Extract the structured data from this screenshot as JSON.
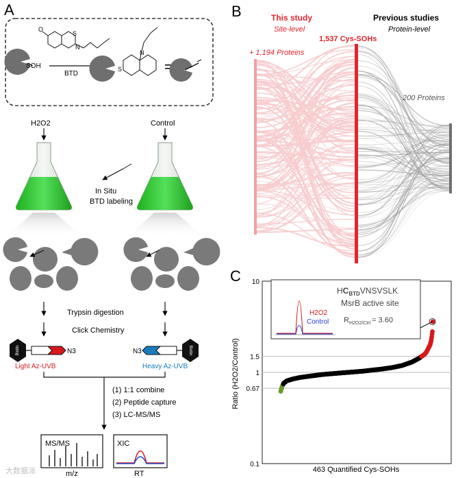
{
  "panels": {
    "a": "A",
    "b": "B",
    "c": "C"
  },
  "panel_a": {
    "reagent_sulfenic": "SOH",
    "reagent_name": "BTD",
    "ring_s": "S",
    "ring_o": "O",
    "ring_n": "N",
    "left_label": "H2O2",
    "right_label": "Control",
    "insitu_line1": "In Situ",
    "insitu_line2": "BTD labeling",
    "step_trypsin": "Trypsin digestion",
    "step_click": "Click Chemistry",
    "biotin": "Biotin",
    "azide": "N3",
    "light_label": "Light Az-UVB",
    "heavy_label": "Heavy Az-UVB",
    "steps": [
      "(1) 1:1 combine",
      "(2) Peptide capture",
      "(3) LC-MS/MS"
    ],
    "msms_title": "MS/MS",
    "msms_xlabel": "m/z",
    "xic_title": "XIC",
    "xic_xlabel": "RT",
    "watermark": "大数据派"
  },
  "panel_b": {
    "this_study_title": "This study",
    "this_study_sub": "Site-level",
    "count_left": "+ 1,194 Proteins",
    "count_center": "1,537 Cys-SOHs",
    "previous_title": "Previous studies",
    "previous_sub": "Protein-level",
    "count_right": "200 Proteins",
    "colors": {
      "this_study": "#e0262e",
      "flow_light": "#f2a6a8",
      "previous": "#777777"
    }
  },
  "chart_data": {
    "type": "scatter",
    "title": "",
    "xlabel": "463 Quantified Cys-SOHs",
    "ylabel": "Ratio (H2O2/Control)",
    "yscale": "log",
    "ylim": [
      0.1,
      10
    ],
    "yticks": [
      0.1,
      0.67,
      1,
      1.5,
      10
    ],
    "ytick_labels": [
      "0.1",
      "0.67",
      "1",
      "1.5",
      "10"
    ],
    "hlines": [
      0.67,
      1,
      1.5
    ],
    "n_points": 463,
    "x": [
      1,
      5,
      10,
      20,
      40,
      60,
      80,
      100,
      130,
      160,
      190,
      220,
      250,
      280,
      310,
      340,
      370,
      400,
      420,
      430,
      440,
      445,
      450,
      455,
      458,
      460,
      462,
      463
    ],
    "y": [
      0.62,
      0.7,
      0.76,
      0.81,
      0.85,
      0.88,
      0.9,
      0.92,
      0.95,
      0.97,
      0.99,
      1.01,
      1.03,
      1.06,
      1.09,
      1.13,
      1.19,
      1.3,
      1.42,
      1.5,
      1.6,
      1.7,
      1.85,
      2.0,
      2.2,
      2.45,
      2.8,
      3.6
    ],
    "series": [
      {
        "name": "",
        "range": [
          1,
          8
        ],
        "color": "#6a9a2a"
      },
      {
        "name": "",
        "range": [
          9,
          428
        ],
        "color": "#000000"
      },
      {
        "name": "",
        "range": [
          429,
          463
        ],
        "color": "#d7191c"
      }
    ],
    "inset": {
      "peptide_prefix": "H",
      "peptide_mod": "C",
      "peptide_mod_sub": "BTD",
      "peptide_suffix": "VNSVSLK",
      "site": "MsrB active site",
      "ratio_label": "R",
      "ratio_sub": "H2O2/Ctrl",
      "ratio_value": "= 3.60",
      "legend_h2o2": "H2O2",
      "legend_control": "Control",
      "h2o2_color": "#d7191c",
      "control_color": "#2b3bd6",
      "highlight_value": 3.6
    }
  }
}
